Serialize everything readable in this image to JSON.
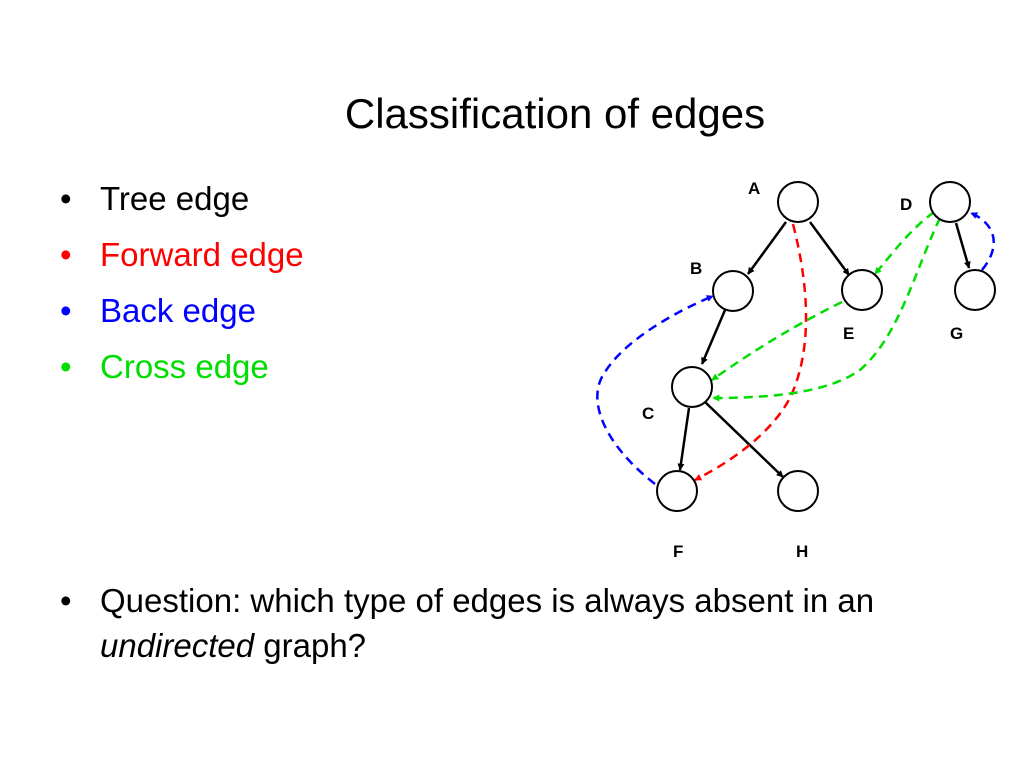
{
  "title": "Classification of edges",
  "legend": [
    {
      "label": "Tree edge",
      "color": "#000000"
    },
    {
      "label": "Forward edge",
      "color": "#ff0000"
    },
    {
      "label": "Back edge",
      "color": "#0000ff"
    },
    {
      "label": "Cross edge",
      "color": "#00dd00"
    }
  ],
  "question": {
    "prefix": "Question: which type of edges is always absent in an ",
    "emphasis": "undirected",
    "suffix": " graph?"
  },
  "bullet_symbol": "•",
  "graph": {
    "nodes": [
      "A",
      "B",
      "C",
      "D",
      "E",
      "F",
      "G",
      "H"
    ],
    "edges": [
      {
        "from": "A",
        "to": "B",
        "type": "tree",
        "color": "#000000"
      },
      {
        "from": "A",
        "to": "E",
        "type": "tree",
        "color": "#000000"
      },
      {
        "from": "B",
        "to": "C",
        "type": "tree",
        "color": "#000000"
      },
      {
        "from": "C",
        "to": "F",
        "type": "tree",
        "color": "#000000"
      },
      {
        "from": "C",
        "to": "H",
        "type": "tree",
        "color": "#000000"
      },
      {
        "from": "D",
        "to": "G",
        "type": "tree",
        "color": "#000000"
      },
      {
        "from": "A",
        "to": "F",
        "type": "forward",
        "color": "#ff0000"
      },
      {
        "from": "F",
        "to": "B",
        "type": "back",
        "color": "#0000ff"
      },
      {
        "from": "G",
        "to": "D",
        "type": "back",
        "color": "#0000ff"
      },
      {
        "from": "D",
        "to": "E",
        "type": "cross",
        "color": "#00dd00"
      },
      {
        "from": "E",
        "to": "C",
        "type": "cross",
        "color": "#00dd00"
      },
      {
        "from": "D",
        "to": "C",
        "type": "cross",
        "color": "#00dd00"
      }
    ]
  }
}
